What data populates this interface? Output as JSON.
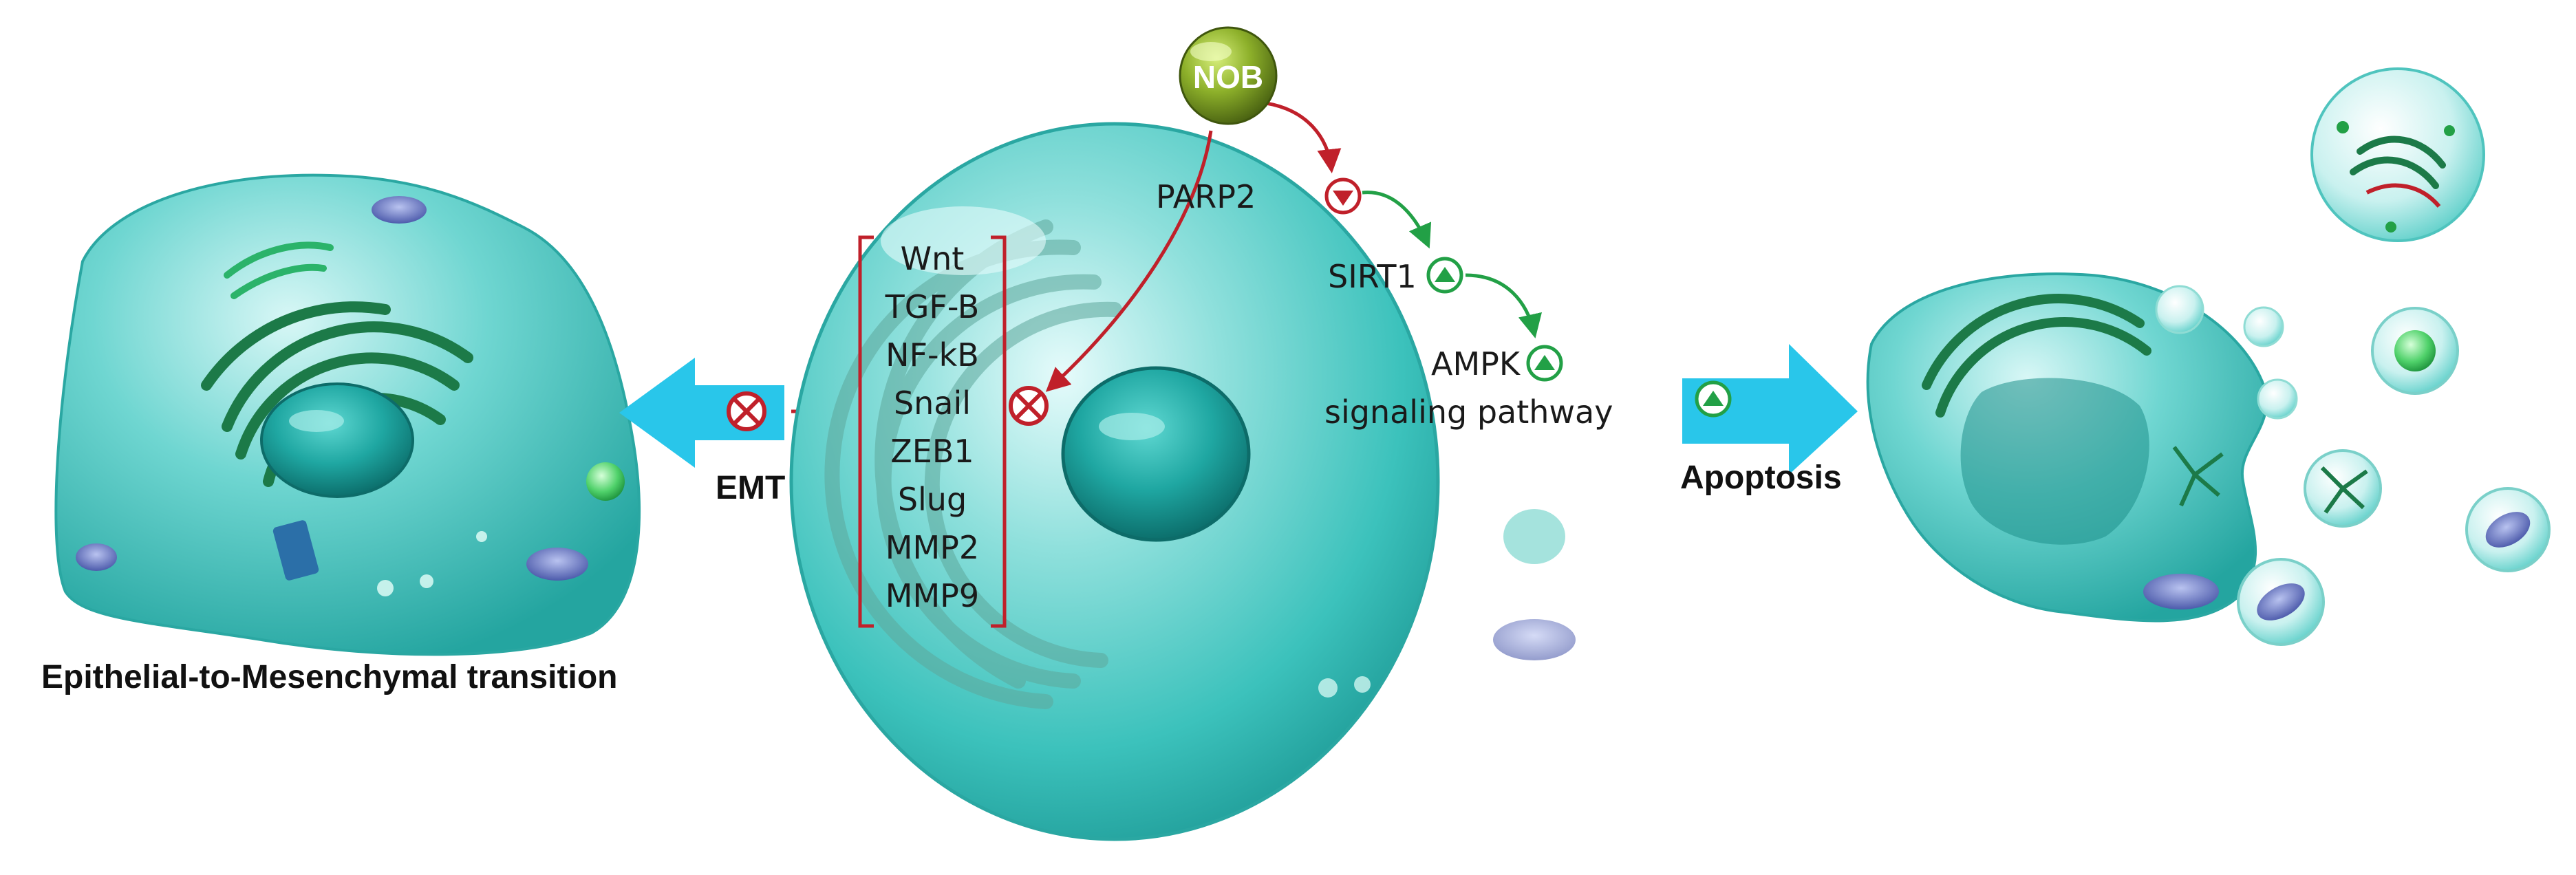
{
  "nob": {
    "label": "NOB"
  },
  "inhibited_factors": [
    "Wnt",
    "TGF-B",
    "NF-kB",
    "Snail",
    "ZEB1",
    "Slug",
    "MMP2",
    "MMP9"
  ],
  "pathway": {
    "parp2": "PARP2",
    "sirt1": "SIRT1",
    "ampk": "AMPK",
    "ampk_sub": "signaling pathway"
  },
  "outcomes": {
    "emt": "EMT",
    "emt_full": "Epithelial-to-Mesenchymal transition",
    "apoptosis": "Apoptosis"
  },
  "colors": {
    "inhibit": "#c0202a",
    "activate": "#22a046",
    "nob_ball": "#7a9a1e",
    "arrow": "#29c6ea",
    "cell": "#3fc9c4"
  }
}
